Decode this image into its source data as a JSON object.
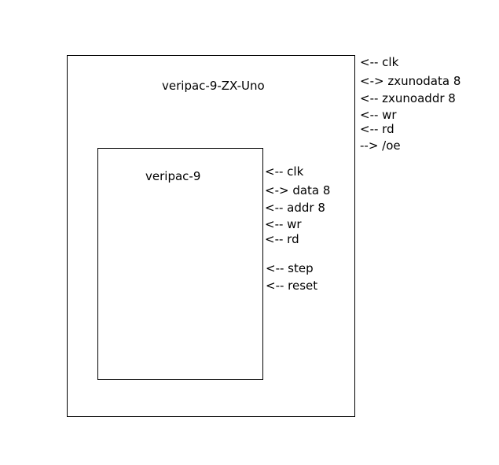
{
  "outer_module": {
    "name": "veripac-9-ZX-Uno",
    "ports": [
      "<-- clk",
      "<-> zxunodata 8",
      "<-- zxunoaddr 8",
      "<-- wr",
      "<-- rd",
      "--> /oe"
    ]
  },
  "inner_module": {
    "name": "veripac-9",
    "ports": [
      "<-- clk",
      "<-> data 8",
      "<-- addr 8",
      "<-- wr",
      "<-- rd",
      "<-- step",
      "<-- reset"
    ]
  }
}
